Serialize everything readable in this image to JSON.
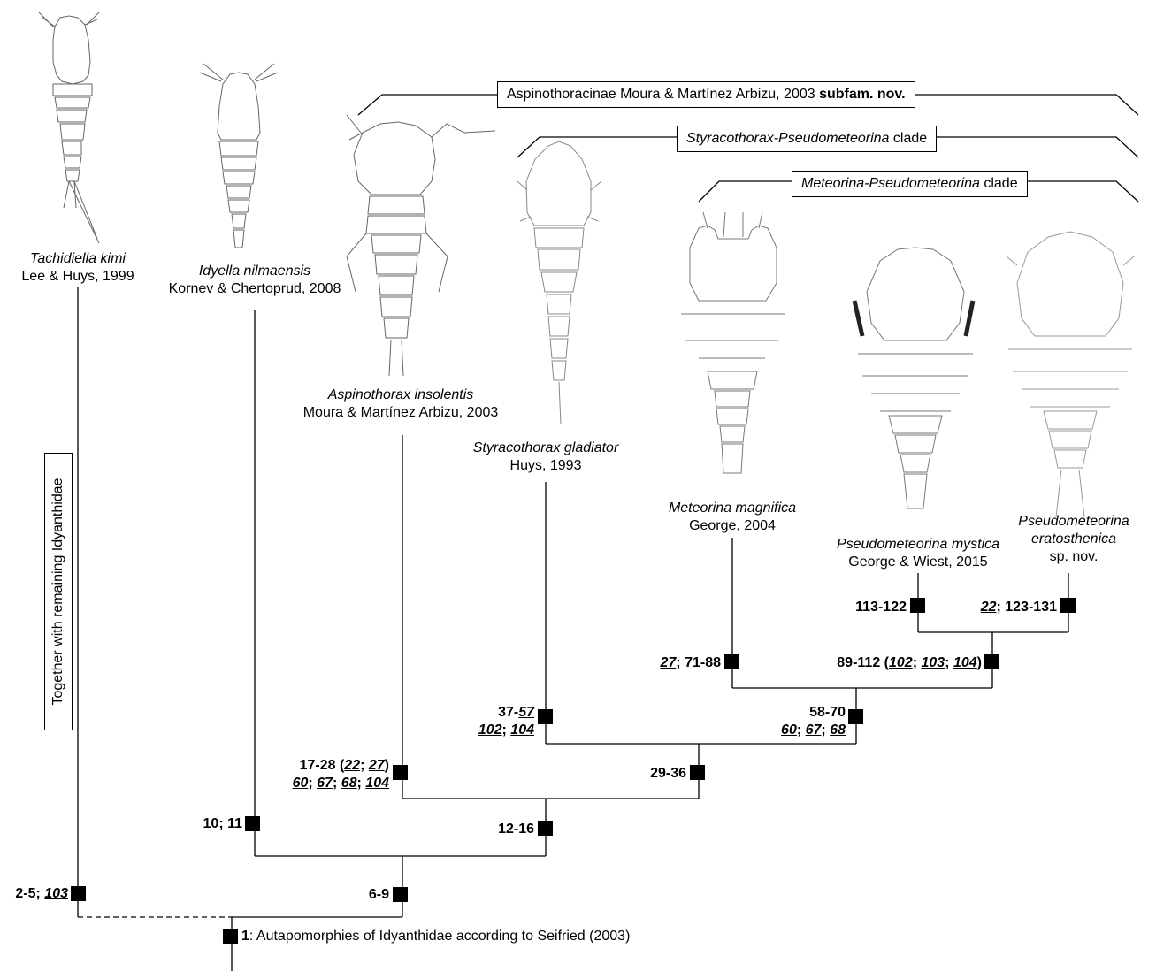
{
  "taxa": {
    "tachidiella": {
      "name": "Tachidiella kimi",
      "author": "Lee & Huys, 1999"
    },
    "idyella": {
      "name": "Idyella nilmaensis",
      "author": "Kornev & Chertoprud, 2008"
    },
    "aspinothorax": {
      "name": "Aspinothorax insolentis",
      "author": "Moura & Martínez Arbizu, 2003"
    },
    "styracothorax": {
      "name": "Styracothorax gladiator",
      "author": "Huys, 1993"
    },
    "meteorina": {
      "name": "Meteorina magnifica",
      "author": "George, 2004"
    },
    "mystica": {
      "name": "Pseudometeorina mystica",
      "author": "George & Wiest, 2015"
    },
    "eratosthenica": {
      "name_line1": "Pseudometeorina",
      "name_line2": "eratosthenica",
      "author": "sp. nov."
    }
  },
  "clades": {
    "aspinothoracinae": {
      "text": "Aspinothoracinae Moura & Martínez Arbizu, 2003 ",
      "bold": "subfam. nov."
    },
    "styracothorax": {
      "italic": "Styracothorax-Pseudometeorina",
      "text": " clade"
    },
    "meteorina": {
      "italic": "Meteorina-Pseudometeorina",
      "text": " clade"
    },
    "remaining": "Together with remaining Idyanthidae"
  },
  "nodes": {
    "n1": {
      "num": "1",
      "text": ": Autapomorphies of Idyanthidae according to Seifried (2003)"
    },
    "n2_5": {
      "a": "2-5; ",
      "u": "103"
    },
    "n6_9": "6-9",
    "n10_11": "10; 11",
    "n12_16": "12-16",
    "n17_28": {
      "a": "17-28 (",
      "u1": "22",
      "s1": "; ",
      "u2": "27",
      "b": ")",
      "u3": "60",
      "u4": "67",
      "u5": "68",
      "u6": "104",
      "sep": "; "
    },
    "n29_36": "29-36",
    "n37": {
      "a": "37-",
      "u1": "57",
      "u2": "102",
      "sep": "; ",
      "u3": "104"
    },
    "n58_70": {
      "a": "58-70",
      "u1": "60",
      "u2": "67",
      "u3": "68",
      "sep": "; "
    },
    "n71_88": {
      "u": "27",
      "a": "; 71-88"
    },
    "n89_112": {
      "a": "89-112 (",
      "u1": "102",
      "u2": "103",
      "u3": "104",
      "sep": "; ",
      "b": ")"
    },
    "n113_122": "113-122",
    "n123_131": {
      "u": "22",
      "a": "; 123-131"
    }
  }
}
